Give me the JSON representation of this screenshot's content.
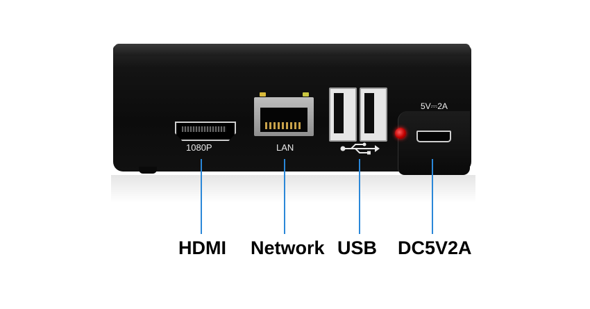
{
  "ports": {
    "hdmi_label": "1080P",
    "lan_label": "LAN",
    "power_label": "5V⎓2A"
  },
  "callouts": {
    "hdmi": "HDMI",
    "network": "Network",
    "usb": "USB",
    "dc": "DC5V2A"
  },
  "colors": {
    "device_body": "#0c0c0c",
    "callout_line": "#2a87d8",
    "led_red": "#e00000"
  },
  "icons": {
    "usb_symbol": "usb-trident-icon"
  }
}
